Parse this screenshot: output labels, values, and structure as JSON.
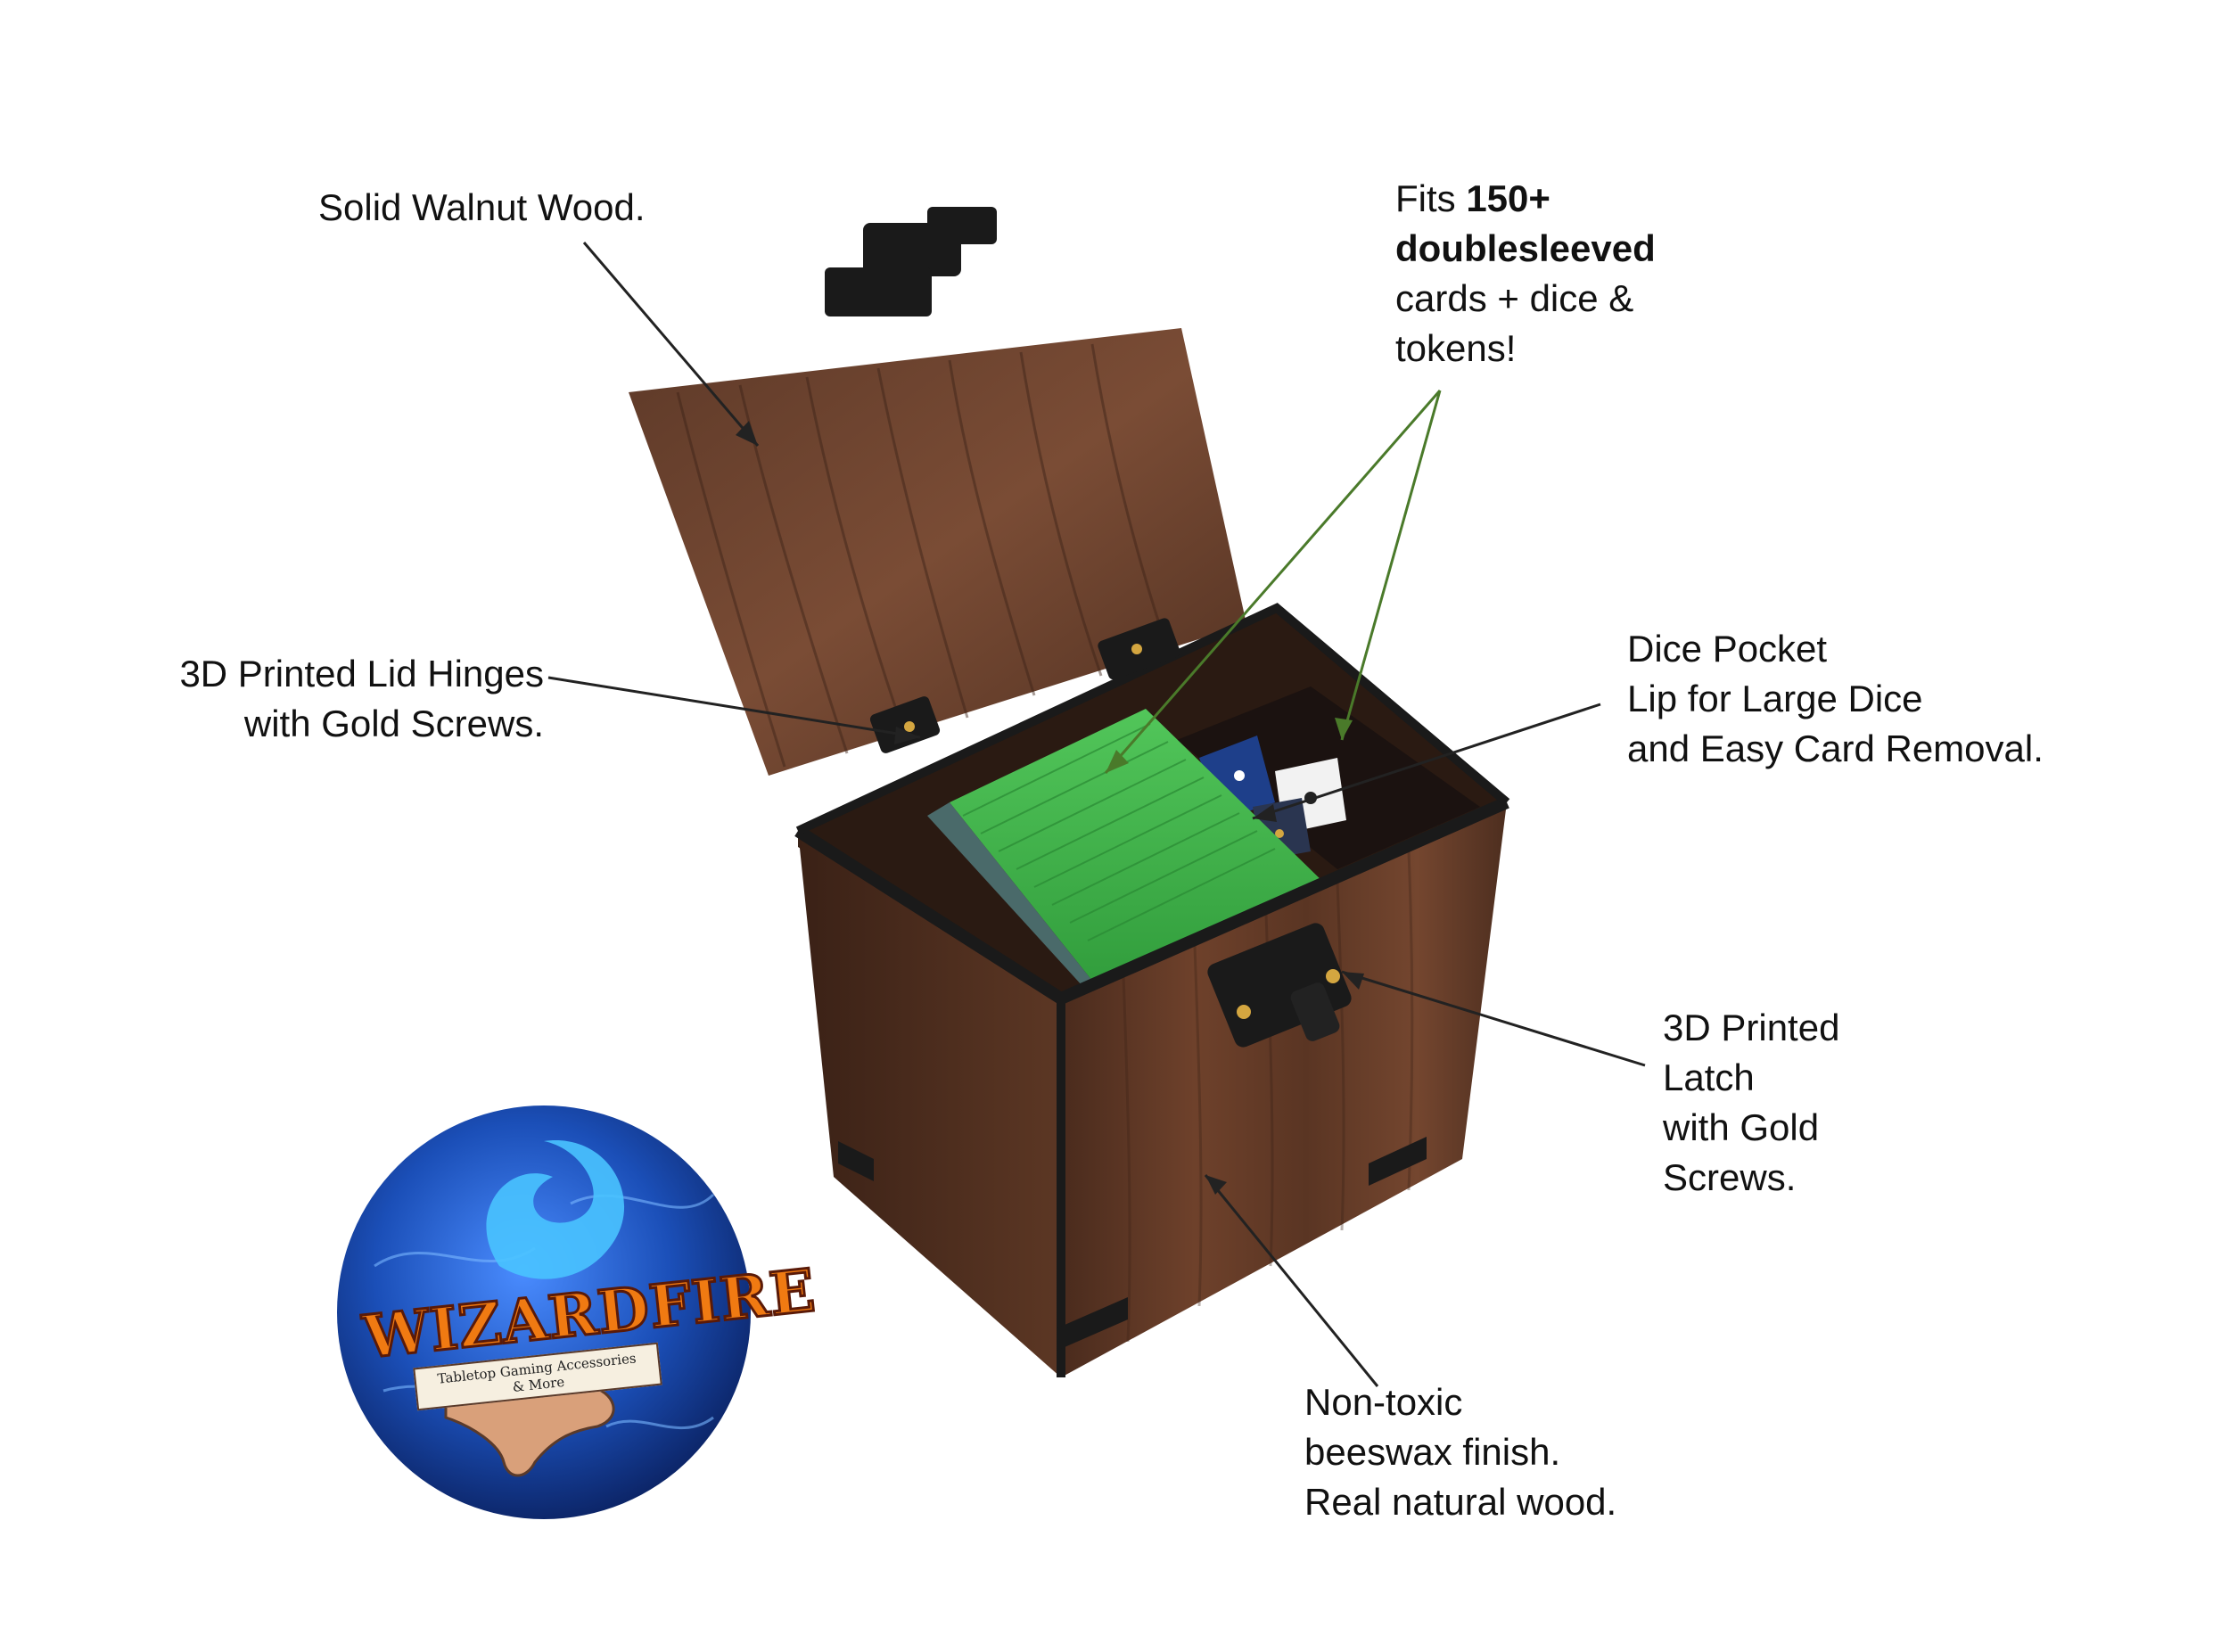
{
  "colors": {
    "background": "#ffffff",
    "text": "#111111",
    "walnut_dark": "#3d2419",
    "walnut_mid": "#6b3f2a",
    "walnut_light": "#8a5a3c",
    "card_green": "#3fb54a",
    "pointer_green": "#4a7a2a",
    "hardware_black": "#1a1a1a",
    "logo_blue": "#1b4fb8",
    "logo_fire": "#f07a12"
  },
  "callouts": {
    "wood": {
      "text": "Solid Walnut Wood."
    },
    "capacity": {
      "lead": "Fits",
      "count": "150+",
      "bold": "doublesleeved",
      "line3": "cards + dice &",
      "line4": "tokens!"
    },
    "hinges": {
      "line1": "3D Printed Lid Hinges",
      "line2": "with Gold Screws."
    },
    "dice_pocket": {
      "line1": "Dice Pocket",
      "line2": "Lip for Large Dice",
      "line3": "and Easy Card Removal."
    },
    "latch": {
      "line1": "3D Printed",
      "line2": "Latch",
      "line3": "with Gold",
      "line4": "Screws."
    },
    "finish": {
      "line1": "Non-toxic",
      "line2": "beeswax finish.",
      "line3": "Real natural wood."
    }
  },
  "logo": {
    "name": "WIZARDFIRE",
    "registered": "®",
    "tagline": "Tabletop Gaming Accessories",
    "tagline2": "& More"
  },
  "icons": {
    "box": "walnut-deck-box-photo",
    "logo": "wizardfire-logo-badge"
  }
}
